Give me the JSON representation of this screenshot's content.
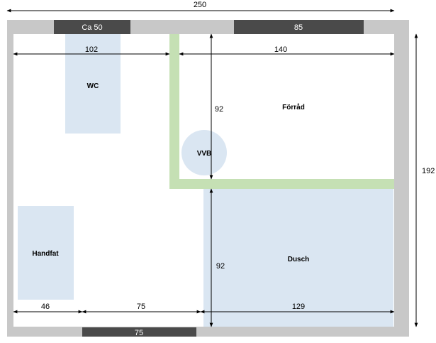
{
  "dimensions": {
    "overall_width": "250",
    "overall_height": "192",
    "wc_width": "102",
    "storage_width": "140",
    "storage_depth": "92",
    "shower_depth": "92",
    "sink_width": "46",
    "gap_width": "75",
    "shower_width": "129"
  },
  "openings": {
    "top_left": "Ca 50",
    "top_right": "85",
    "bottom": "75"
  },
  "fixtures": {
    "wc": "WC",
    "storage": "Förråd",
    "water_heater": "VVB",
    "sink": "Handfat",
    "shower": "Dusch"
  },
  "colors": {
    "outer_wall": "#c8c8c8",
    "opening": "#4a4a4a",
    "partition_wall": "#c5e0b4",
    "fixture_fill": "#dae6f2"
  }
}
